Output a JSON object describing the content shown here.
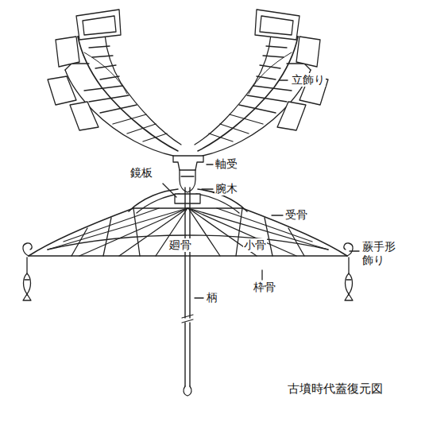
{
  "diagram": {
    "caption": "古墳時代蓋復元図",
    "labels": [
      "立飾り",
      "軸受",
      "鏡板",
      "腕木",
      "受骨",
      "小骨",
      "廻骨",
      "蕨手形 飾り",
      "枠骨",
      "柄"
    ]
  }
}
